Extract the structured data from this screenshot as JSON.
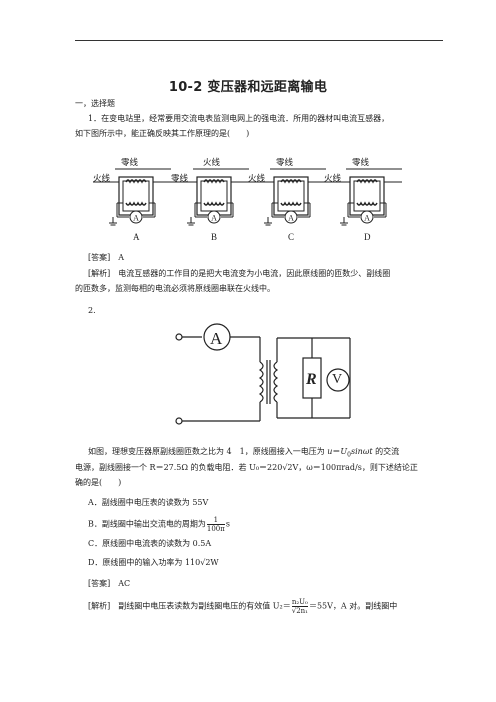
{
  "title": "10-2 变压器和远距离输电",
  "section": "一，选择题",
  "q1": {
    "line1": "1．在变电站里，经常要用交流电表监测电网上的强电流．所用的器材叫电流互感器，",
    "line2": "如下图所示中，能正确反映其工作原理的是(　　)",
    "figures": [
      {
        "top_label": "零线",
        "side_label": "火线",
        "option": "A"
      },
      {
        "top_label": "火线",
        "side_label": "零线",
        "option": "B"
      },
      {
        "top_label": "零线",
        "side_label": "火线",
        "option": "C"
      },
      {
        "top_label": "零线",
        "side_label": "火线",
        "option": "D"
      }
    ],
    "meter": "A",
    "answer": "[答案]　A",
    "analysis1": "[解析]　电流互感器的工作目的是把大电流变为小电流，因此原线圈的匝数少、副线圈",
    "analysis2": "的匝数多，监测每相的电流必须将原线圈串联在火线中。"
  },
  "q2": {
    "number": "2.",
    "circuit_labels": {
      "ammeter": "A",
      "resistor": "R",
      "voltmeter": "V"
    },
    "line1_a": "如图，理想变压器原副线圈匝数之比为 4　1，原线圈接入一电压为 ",
    "line1_b": "u",
    "line1_c": "＝",
    "line1_d": "U",
    "line1_e": "0",
    "line1_f": "sinωt",
    "line1_g": " 的交流",
    "line2": "电源，副线圈接一个 R＝27.5Ω 的负载电阻．若 U₀＝220√2V，ω＝100πrad/s，则下述结论正",
    "line3": "确的是(　　)",
    "optA": "A．副线圈中电压表的读数为 55V",
    "optB_pre": "B．副线圈中输出交流电的周期为",
    "optB_num": "1",
    "optB_den": "100π",
    "optB_unit": "s",
    "optC": "C．原线圈中电流表的读数为 0.5A",
    "optD": "D．原线圈中的输入功率为 110√2W",
    "answer": "[答案]　AC",
    "analysis_pre": "[解析]　副线圈中电压表读数为副线圈电压的有效值 U₂＝",
    "analysis_frac_num": "n₂U₀",
    "analysis_frac_den": "√2n₁",
    "analysis_post": "＝55V，A 对。副线圈中"
  }
}
